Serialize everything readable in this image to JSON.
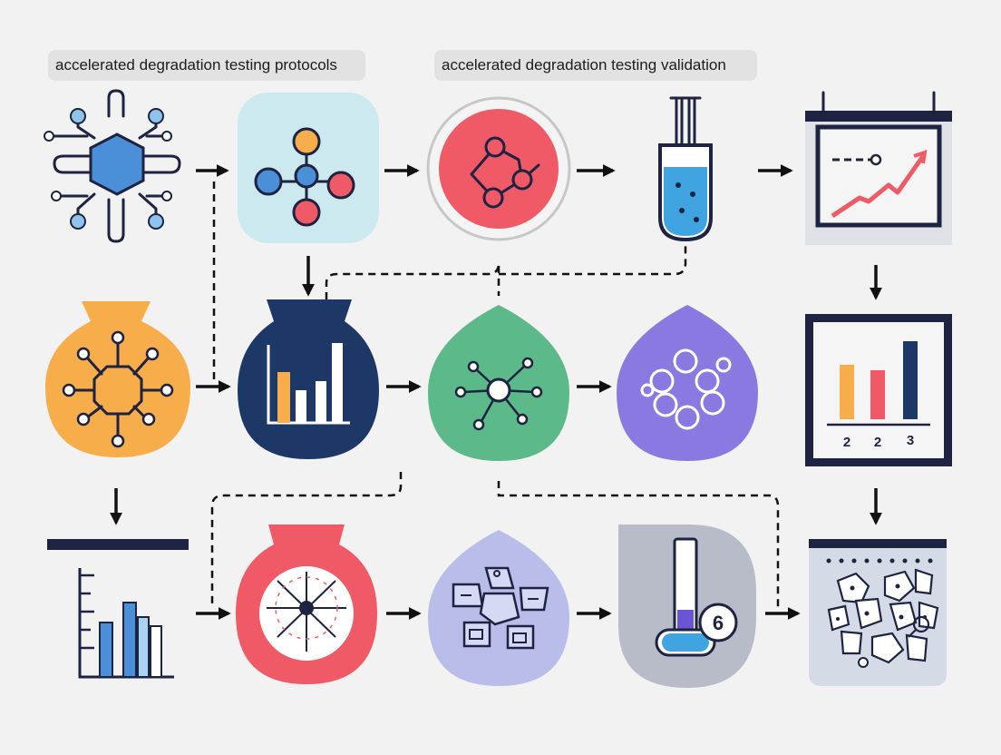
{
  "header": {
    "left_label": "accelerated degradation testing protocols",
    "right_label": "accelerated degradation testing validation"
  },
  "nodes": {
    "row1": [
      "molecule-network-icon",
      "molecule-structure-icon",
      "molecule-chain-icon",
      "test-tube-icon",
      "trend-chart-icon"
    ],
    "row2": [
      "octagon-network-icon",
      "bar-chart-vessel-icon",
      "hub-network-icon",
      "ring-structure-icon",
      "bar-chart-panel-icon"
    ],
    "row3": [
      "bar-chart-icon",
      "crosshair-gauge-icon",
      "module-cluster-icon",
      "sample-probe-icon",
      "particle-container-icon"
    ]
  },
  "chart_panel": {
    "tick_labels": [
      "2",
      "2",
      "3"
    ]
  },
  "probe_badge": "6",
  "colors": {
    "navy": "#1d2340",
    "blue": "#4a8fd8",
    "light_blue": "#cde9f0",
    "red": "#ef5a66",
    "orange": "#f6ad4a",
    "green": "#5cb98a",
    "purple": "#8a79e0",
    "lavender": "#b9bdea",
    "gray": "#b8bcc8"
  }
}
